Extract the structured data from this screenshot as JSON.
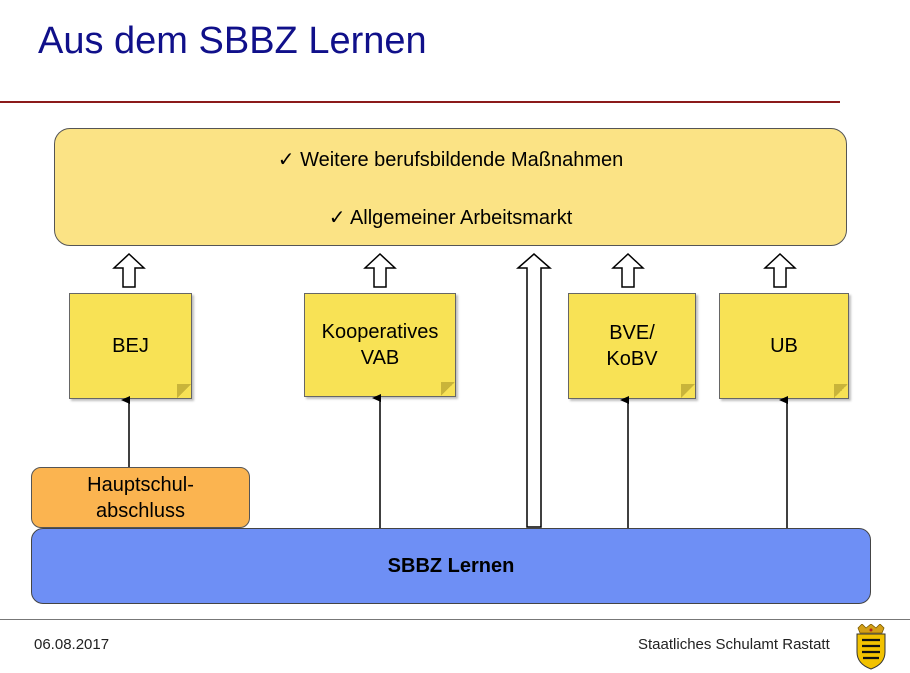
{
  "title": "Aus dem SBBZ Lernen",
  "top_box": {
    "line1": "✓ Weitere berufsbildende Maßnahmen",
    "line2": "✓ Allgemeiner Arbeitsmarkt"
  },
  "notes": {
    "bej": "BEJ",
    "vab_line1": "Kooperatives",
    "vab_line2": "VAB",
    "bve_line1": "BVE/",
    "bve_line2": "KoBV",
    "ub": "UB"
  },
  "hauptschul": {
    "line1": "Hauptschul-",
    "line2": "abschluss"
  },
  "sbbz": "SBBZ Lernen",
  "footer": {
    "date": "06.08.2017",
    "org": "Staatliches  Schulamt Rastatt"
  },
  "colors": {
    "title": "#10108a",
    "top_box": "#fbe385",
    "note": "#f8e255",
    "hauptschul": "#fbb450",
    "sbbz": "#6e8ff5",
    "rule": "#8b1a1a"
  },
  "icons": {
    "crest": "baden-wuerttemberg-crest-icon",
    "check": "checkmark-icon"
  }
}
